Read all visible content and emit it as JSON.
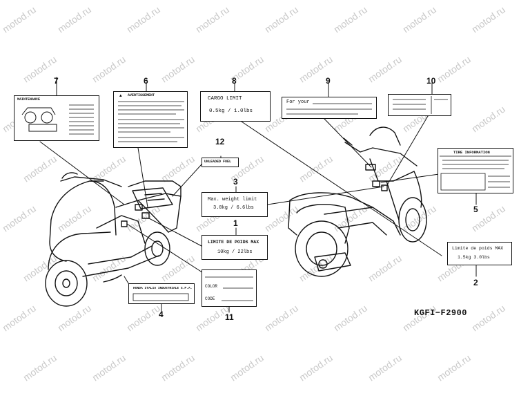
{
  "watermark": "motod.ru",
  "reference_code": "KGFI−F2900",
  "callouts": {
    "c1": "1",
    "c2": "2",
    "c3": "3",
    "c4": "4",
    "c5": "5",
    "c6": "6",
    "c7": "7",
    "c8": "8",
    "c9": "9",
    "c10": "10",
    "c11": "11",
    "c12": "12"
  },
  "labels": {
    "cargo_title": "CARGO LIMIT",
    "cargo_value": "0.5kg  /  1.0lbs",
    "for_your": "For your",
    "avertissement": "AVERTISSEMENT",
    "tire_information": "TIRE INFORMATION",
    "max_weight_title": "Max. weight limit",
    "max_weight_value": "3.0kg  /  6.6lbs",
    "limite_poids_max_title": "LIMITE DE POIDS MAX",
    "limite_poids_max_value": "10kg  /  22lbs",
    "limite_poids_title": "Limite de poids MAX",
    "limite_poids_value": "1.5kg   3.0lbs",
    "color": "COLOR",
    "code": "CODE",
    "honda_italia": "HONDA ITALIA INDUSTRIALE S.P.A.",
    "unleaded": "UNLEADED FUEL",
    "maintenance": "MAINTENANCE"
  }
}
